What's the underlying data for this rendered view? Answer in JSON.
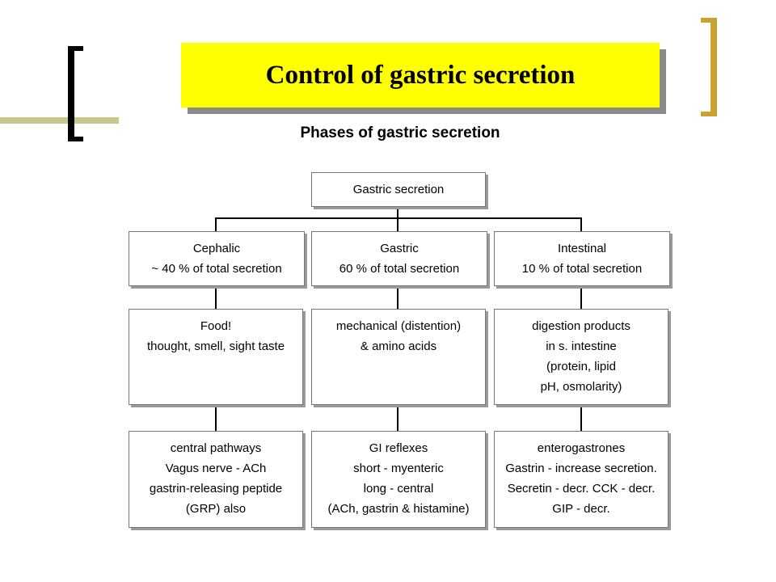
{
  "title": "Control of gastric secretion",
  "subtitle": "Phases of gastric secretion",
  "root": "Gastric secretion",
  "columns": [
    {
      "phase": [
        "Cephalic",
        "~ 40 % of total secretion"
      ],
      "stimuli": [
        "Food!",
        "thought, smell, sight taste"
      ],
      "mechanisms": [
        "central pathways",
        "Vagus nerve - ACh",
        "gastrin-releasing peptide",
        "(GRP) also"
      ]
    },
    {
      "phase": [
        "Gastric",
        "60 % of total secretion"
      ],
      "stimuli": [
        "mechanical (distention)",
        "& amino acids"
      ],
      "mechanisms": [
        "GI reflexes",
        "short - myenteric",
        "long - central",
        "(ACh, gastrin & histamine)"
      ]
    },
    {
      "phase": [
        "Intestinal",
        "10 % of total secretion"
      ],
      "stimuli": [
        "digestion products",
        "in s. intestine",
        "(protein, lipid",
        "pH, osmolarity)"
      ],
      "mechanisms": [
        "enterogastrones",
        "Gastrin - increase secretion.",
        "Secretin - decr. CCK - decr.",
        "GIP - decr."
      ]
    }
  ],
  "colors": {
    "title_fill": "#ffff00",
    "accent_line": "#c8c78e",
    "bracket_right": "#c9a230"
  }
}
